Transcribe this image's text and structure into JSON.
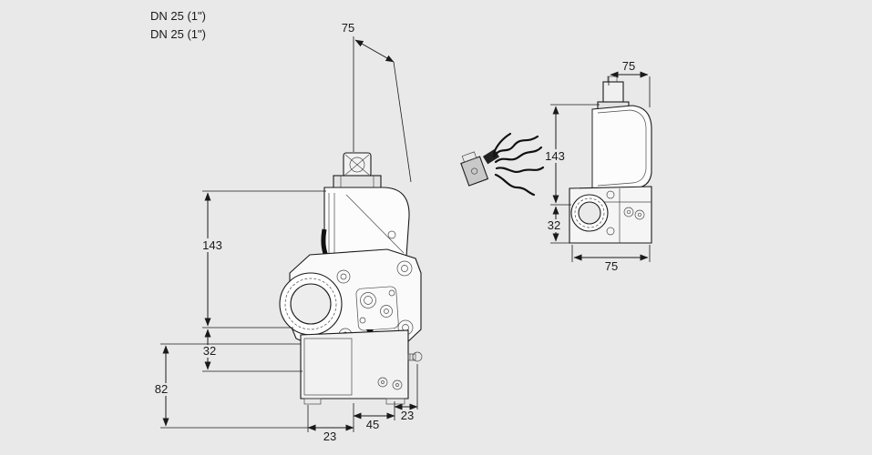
{
  "drawing": {
    "labels": {
      "line1": "DN 25 (1\")",
      "line2": "DN 25 (1\")"
    },
    "front": {
      "top_width": "75",
      "body_height": "143",
      "flange_height": "32",
      "base_height": "82",
      "bottom_left": "23",
      "bottom_center": "45",
      "bottom_right": "23"
    },
    "side": {
      "top_depth": "75",
      "body_height": "143",
      "flange_height": "32",
      "bottom_depth": "75"
    },
    "colors": {
      "background": "#e9e9e9",
      "line": "#1a1a1a"
    }
  }
}
